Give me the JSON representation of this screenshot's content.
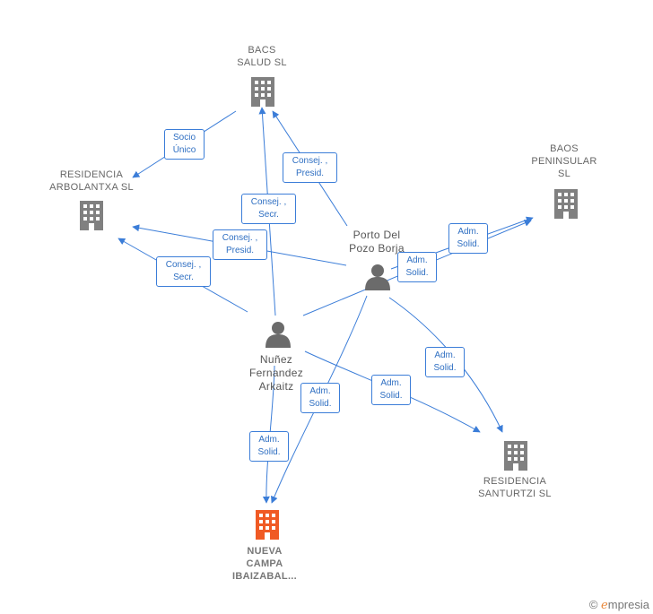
{
  "nodes": {
    "bacs_salud": {
      "lines": [
        "BACS",
        "SALUD  SL"
      ]
    },
    "residencia_arbolantxa": {
      "lines": [
        "RESIDENCIA",
        "ARBOLANTXA SL"
      ]
    },
    "baos_peninsular": {
      "lines": [
        "BAOS",
        "PENINSULAR",
        "SL"
      ]
    },
    "porto_del_pozo": {
      "lines": [
        "Porto Del",
        "Pozo Borja"
      ]
    },
    "nunez_fernandez": {
      "lines": [
        "Nuñez",
        "Fernandez",
        "Arkaitz"
      ]
    },
    "residencia_santurtzi": {
      "lines": [
        "RESIDENCIA",
        "SANTURTZI  SL"
      ]
    },
    "nueva_campa": {
      "lines": [
        "NUEVA",
        "CAMPA",
        "IBAIZABAL..."
      ]
    }
  },
  "edges": {
    "socio_unico": {
      "lines": [
        "Socio",
        "Único"
      ]
    },
    "consej_presid_bacs": {
      "lines": [
        "Consej. ,",
        "Presid."
      ]
    },
    "consej_secr_bacs": {
      "lines": [
        "Consej. ,",
        "Secr."
      ]
    },
    "consej_presid_arbolantxa": {
      "lines": [
        "Consej. ,",
        "Presid."
      ]
    },
    "consej_secr_arbolantxa": {
      "lines": [
        "Consej. ,",
        "Secr."
      ]
    },
    "adm_solid_baos_1": {
      "lines": [
        "Adm.",
        "Solid."
      ]
    },
    "adm_solid_baos_2": {
      "lines": [
        "Adm.",
        "Solid."
      ]
    },
    "adm_solid_santurtzi_porto": {
      "lines": [
        "Adm.",
        "Solid."
      ]
    },
    "adm_solid_santurtzi_nunez": {
      "lines": [
        "Adm.",
        "Solid."
      ]
    },
    "adm_solid_nueva_porto": {
      "lines": [
        "Adm.",
        "Solid."
      ]
    },
    "adm_solid_nueva_nunez": {
      "lines": [
        "Adm.",
        "Solid."
      ]
    }
  },
  "footer": {
    "copyright": "©",
    "brand_initial": "e",
    "brand_rest": "mpresia"
  },
  "colors": {
    "edge": "#3b7dd8",
    "building": "#808080",
    "building_main": "#f05a24",
    "person": "#6b6b6b"
  },
  "icons": [
    "building-icon",
    "person-icon"
  ]
}
